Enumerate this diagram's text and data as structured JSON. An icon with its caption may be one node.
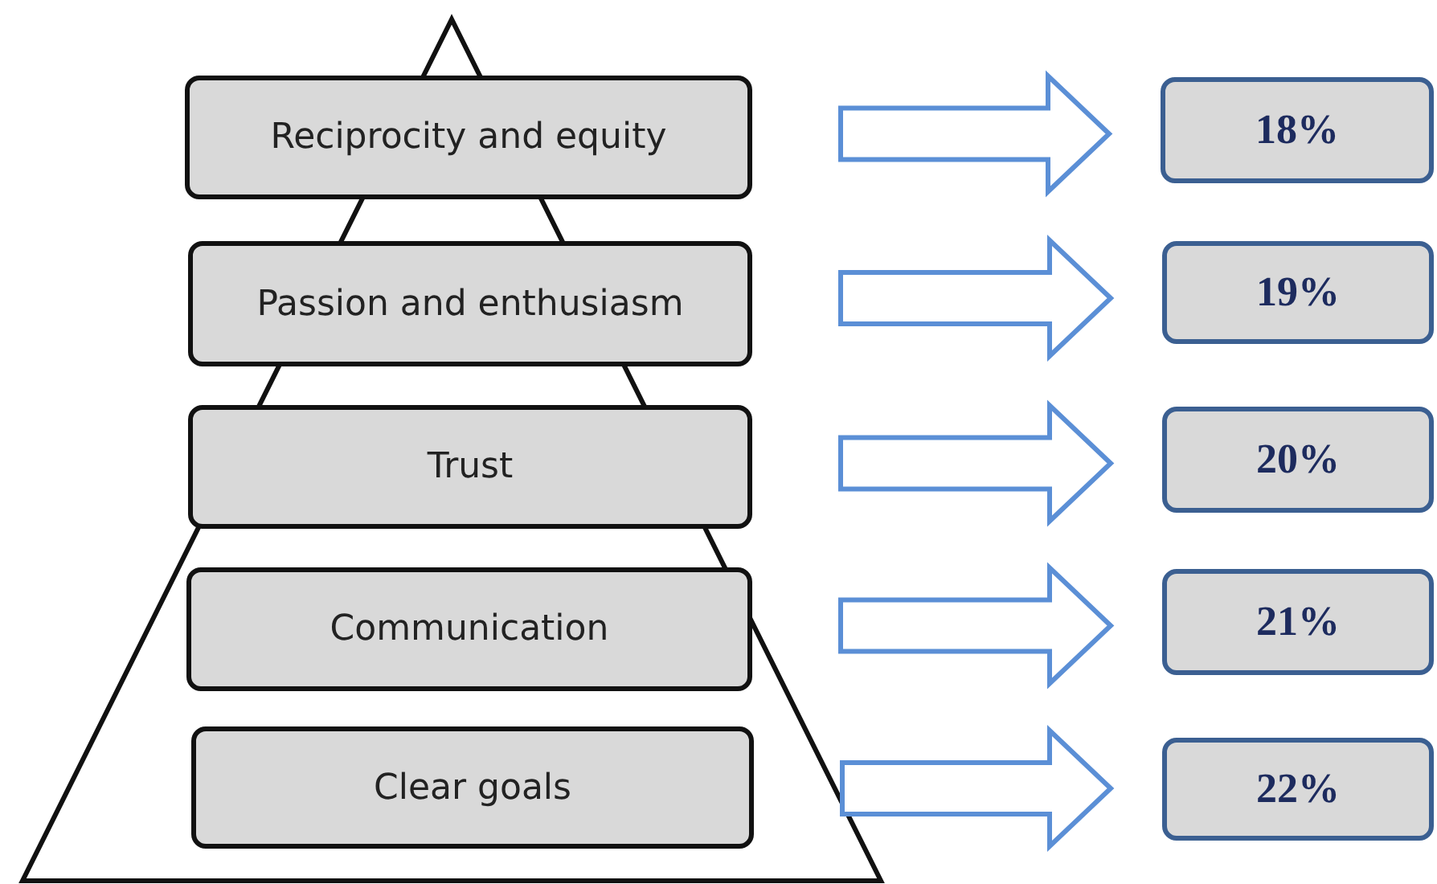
{
  "diagram": {
    "nodes": [
      {
        "text": [
          "Reciprocity and equity"
        ]
      },
      {
        "text": [
          "Passion and enthusiasm"
        ]
      },
      {
        "text": [
          "Trust"
        ]
      },
      {
        "text": [
          "Communication"
        ]
      },
      {
        "text": [
          "Clear goals"
        ]
      },
      {
        "text": [
          "18%"
        ]
      },
      {
        "text": [
          "19%"
        ]
      },
      {
        "text": [
          "20%"
        ]
      },
      {
        "text": [
          "21%"
        ]
      },
      {
        "text": [
          "22%"
        ]
      }
    ],
    "edges": [
      {
        "from": 0,
        "to": 5,
        "arrow": "to"
      },
      {
        "from": 1,
        "to": 6,
        "arrow": "to"
      },
      {
        "from": 2,
        "to": 7,
        "arrow": "to"
      },
      {
        "from": 3,
        "to": 8,
        "arrow": "to"
      },
      {
        "from": 4,
        "to": 9,
        "arrow": "to"
      }
    ]
  }
}
